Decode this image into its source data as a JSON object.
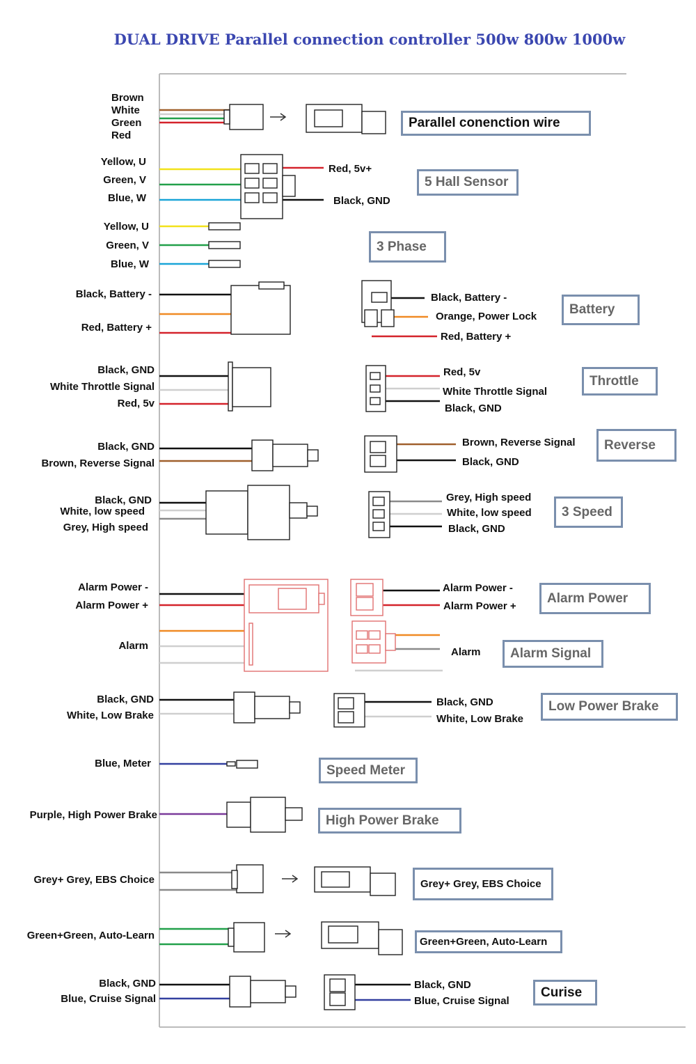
{
  "title": "DUAL DRIVE Parallel connection controller 500w 800w 1000w",
  "colors": {
    "brown": "#a0602c",
    "white": "#cfcfcf",
    "green": "#22a04a",
    "red": "#d4232b",
    "yellow": "#f2e21a",
    "blue": "#1aa5d8",
    "black": "#111111",
    "orange": "#f08a24",
    "grey": "#8a8a8a",
    "navy": "#3340a0",
    "purple": "#7a3a9a",
    "alarm": "#e07070",
    "title": "#3b47b0",
    "boxBorder": "#7a8fad"
  },
  "sections": {
    "parallel": {
      "wires": [
        "Brown",
        "White",
        "Green",
        "Red"
      ],
      "box": "Parallel conenction wire"
    },
    "hall": {
      "left": [
        "Yellow, U",
        "Green, V",
        "Blue, W"
      ],
      "right": [
        "Red, 5v+",
        "Black, GND"
      ],
      "box": "5 Hall Sensor"
    },
    "phase": {
      "left": [
        "Yellow, U",
        "Green, V",
        "Blue, W"
      ],
      "box": "3 Phase"
    },
    "battery": {
      "left": [
        "Black, Battery -",
        "Red, Battery +"
      ],
      "right": [
        "Black, Battery -",
        "Orange, Power Lock",
        "Red, Battery +"
      ],
      "box": "Battery"
    },
    "throttle": {
      "left": [
        "Black, GND",
        "White Throttle Signal",
        "Red,   5v"
      ],
      "right": [
        "Red,   5v",
        "White  Throttle Signal",
        "Black, GND"
      ],
      "box": "Throttle"
    },
    "reverse": {
      "left": [
        "Black, GND",
        "Brown, Reverse Signal"
      ],
      "right": [
        "Brown, Reverse Signal",
        "Black, GND"
      ],
      "box": "Reverse"
    },
    "speed": {
      "left": [
        "Black, GND",
        "White, low speed",
        "Grey, High speed"
      ],
      "right": [
        "Grey, High speed",
        "White, low speed",
        "Black, GND"
      ],
      "box": "3 Speed"
    },
    "alarm": {
      "left": [
        "Alarm Power -",
        "Alarm Power +",
        "Alarm"
      ],
      "right": [
        "Alarm Power -",
        "Alarm Power +",
        "Alarm"
      ],
      "box1": "Alarm Power",
      "box2": "Alarm Signal"
    },
    "lowbrake": {
      "left": [
        "Black, GND",
        "White, Low Brake"
      ],
      "right": [
        "Black, GND",
        "White, Low Brake"
      ],
      "box": "Low Power Brake"
    },
    "meter": {
      "left": "Blue, Meter",
      "box": "Speed Meter"
    },
    "highbrake": {
      "left": "Purple, High Power Brake",
      "box": "High Power Brake"
    },
    "ebs": {
      "left": "Grey+ Grey,  EBS Choice",
      "box": "Grey+ Grey,  EBS Choice"
    },
    "autolearn": {
      "left": "Green+Green, Auto-Learn",
      "box": "Green+Green, Auto-Learn"
    },
    "cruise": {
      "left": [
        "Black, GND",
        "Blue, Cruise Signal"
      ],
      "right": [
        "Black, GND",
        "Blue, Cruise Signal"
      ],
      "box": "Curise"
    }
  }
}
